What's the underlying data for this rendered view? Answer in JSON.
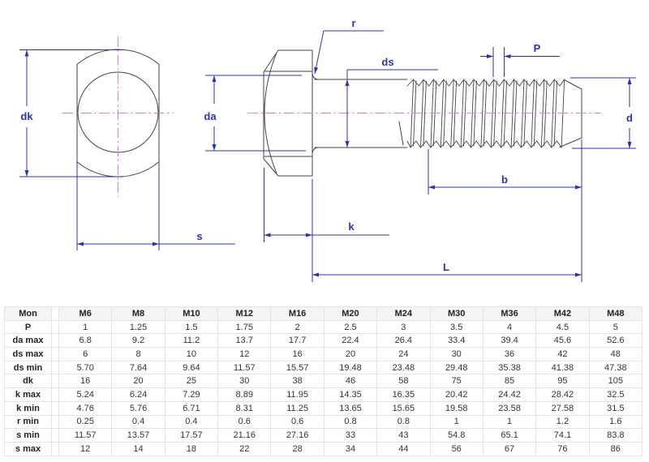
{
  "drawing": {
    "dimension_labels": {
      "dk": "dk",
      "s": "s",
      "da": "da",
      "r": "r",
      "ds": "ds",
      "P": "P",
      "b": "b",
      "k": "k",
      "d": "d",
      "L": "L"
    }
  },
  "table": {
    "col_headers": [
      "Mon",
      "M6",
      "M8",
      "M10",
      "M12",
      "M16",
      "M20",
      "M24",
      "M30",
      "M36",
      "M42",
      "M48"
    ],
    "rows": [
      {
        "label": "P",
        "values": [
          "1",
          "1.25",
          "1.5",
          "1.75",
          "2",
          "2.5",
          "3",
          "3.5",
          "4",
          "4.5",
          "5"
        ]
      },
      {
        "label": "da max",
        "values": [
          "6.8",
          "9.2",
          "11.2",
          "13.7",
          "17.7",
          "22.4",
          "26.4",
          "33.4",
          "39.4",
          "45.6",
          "52.6"
        ]
      },
      {
        "label": "ds max",
        "values": [
          "6",
          "8",
          "10",
          "12",
          "16",
          "20",
          "24",
          "30",
          "36",
          "42",
          "48"
        ]
      },
      {
        "label": "ds min",
        "values": [
          "5.70",
          "7.64",
          "9.64",
          "11.57",
          "15.57",
          "19.48",
          "23.48",
          "29.48",
          "35.38",
          "41.38",
          "47.38"
        ]
      },
      {
        "label": "dk",
        "values": [
          "16",
          "20",
          "25",
          "30",
          "38",
          "46",
          "58",
          "75",
          "85",
          "95",
          "105"
        ]
      },
      {
        "label": "k max",
        "values": [
          "5.24",
          "6.24",
          "7.29",
          "8.89",
          "11.95",
          "14.35",
          "16.35",
          "20.42",
          "24.42",
          "28.42",
          "32.5"
        ]
      },
      {
        "label": "k min",
        "values": [
          "4.76",
          "5.76",
          "6.71",
          "8.31",
          "11.25",
          "13.65",
          "15.65",
          "19.58",
          "23.58",
          "27.58",
          "31.5"
        ]
      },
      {
        "label": "r min",
        "values": [
          "0.25",
          "0.4",
          "0.4",
          "0.6",
          "0.6",
          "0.8",
          "0.8",
          "1",
          "1",
          "1.2",
          "1.6"
        ]
      },
      {
        "label": "s min",
        "values": [
          "11.57",
          "13.57",
          "17.57",
          "21.16",
          "27.16",
          "33",
          "43",
          "54.8",
          "65.1",
          "74.1",
          "83.8"
        ]
      },
      {
        "label": "s max",
        "values": [
          "12",
          "14",
          "18",
          "22",
          "28",
          "34",
          "44",
          "56",
          "67",
          "76",
          "86"
        ]
      }
    ]
  },
  "colors": {
    "dimension_blue": "#3232a8",
    "centerline_pink": "#c88ccd",
    "outline_gray": "#454545",
    "table_header_bg": "#f4f4f4",
    "table_border": "#e3e3e3"
  }
}
